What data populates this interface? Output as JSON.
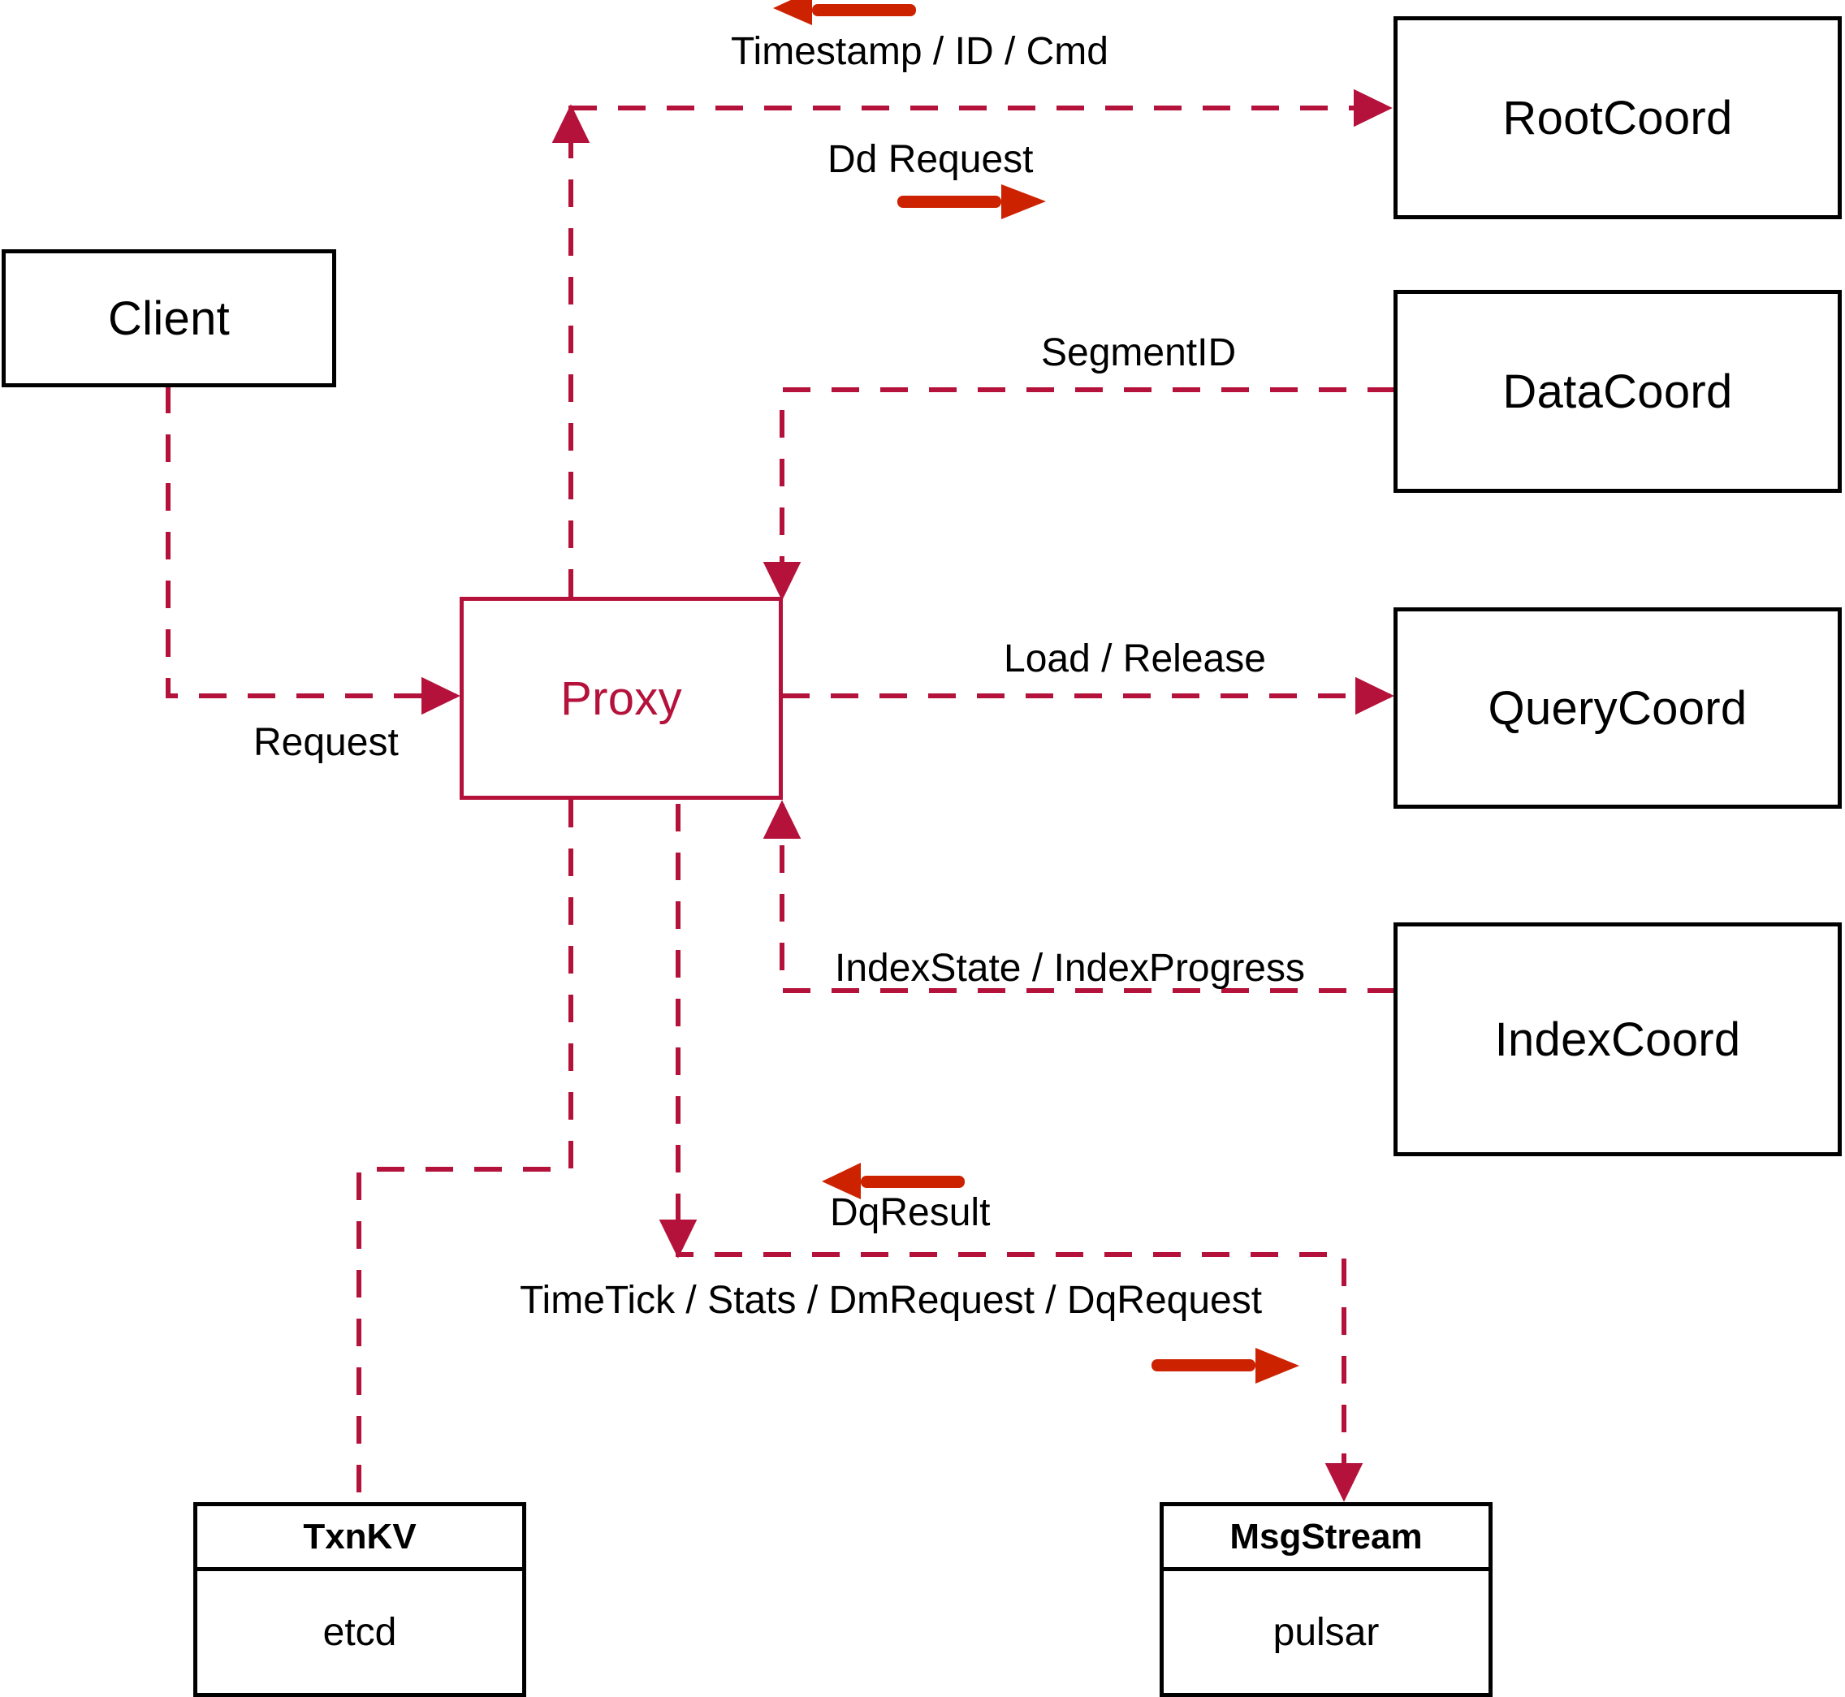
{
  "diagram": {
    "title": "Milvus Proxy interaction diagram",
    "colors": {
      "dashed_edge": "#b5123b",
      "solid_arrow": "#cc2200",
      "node_border": "#000000",
      "proxy_border": "#b5123b",
      "proxy_text": "#b5123b",
      "background": "#ffffff",
      "label_text": "#000000"
    },
    "nodes": [
      {
        "id": "client",
        "label": "Client"
      },
      {
        "id": "proxy",
        "label": "Proxy"
      },
      {
        "id": "rootcoord",
        "label": "RootCoord"
      },
      {
        "id": "datacoord",
        "label": "DataCoord"
      },
      {
        "id": "querycoord",
        "label": "QueryCoord"
      },
      {
        "id": "indexcoord",
        "label": "IndexCoord"
      }
    ],
    "stacked_nodes": [
      {
        "id": "txnkv",
        "header": "TxnKV",
        "body": "etcd"
      },
      {
        "id": "msgstream",
        "header": "MsgStream",
        "body": "pulsar"
      }
    ],
    "edge_labels": [
      {
        "id": "timestamp-id-cmd",
        "text": "Timestamp / ID / Cmd"
      },
      {
        "id": "dd-request",
        "text": "Dd Request"
      },
      {
        "id": "segmentid",
        "text": "SegmentID"
      },
      {
        "id": "request",
        "text": "Request"
      },
      {
        "id": "load-release",
        "text": "Load / Release"
      },
      {
        "id": "indexstate",
        "text": "IndexState / IndexProgress"
      },
      {
        "id": "dqresult",
        "text": "DqResult"
      },
      {
        "id": "timetick",
        "text": "TimeTick / Stats / DmRequest / DqRequest"
      }
    ]
  }
}
